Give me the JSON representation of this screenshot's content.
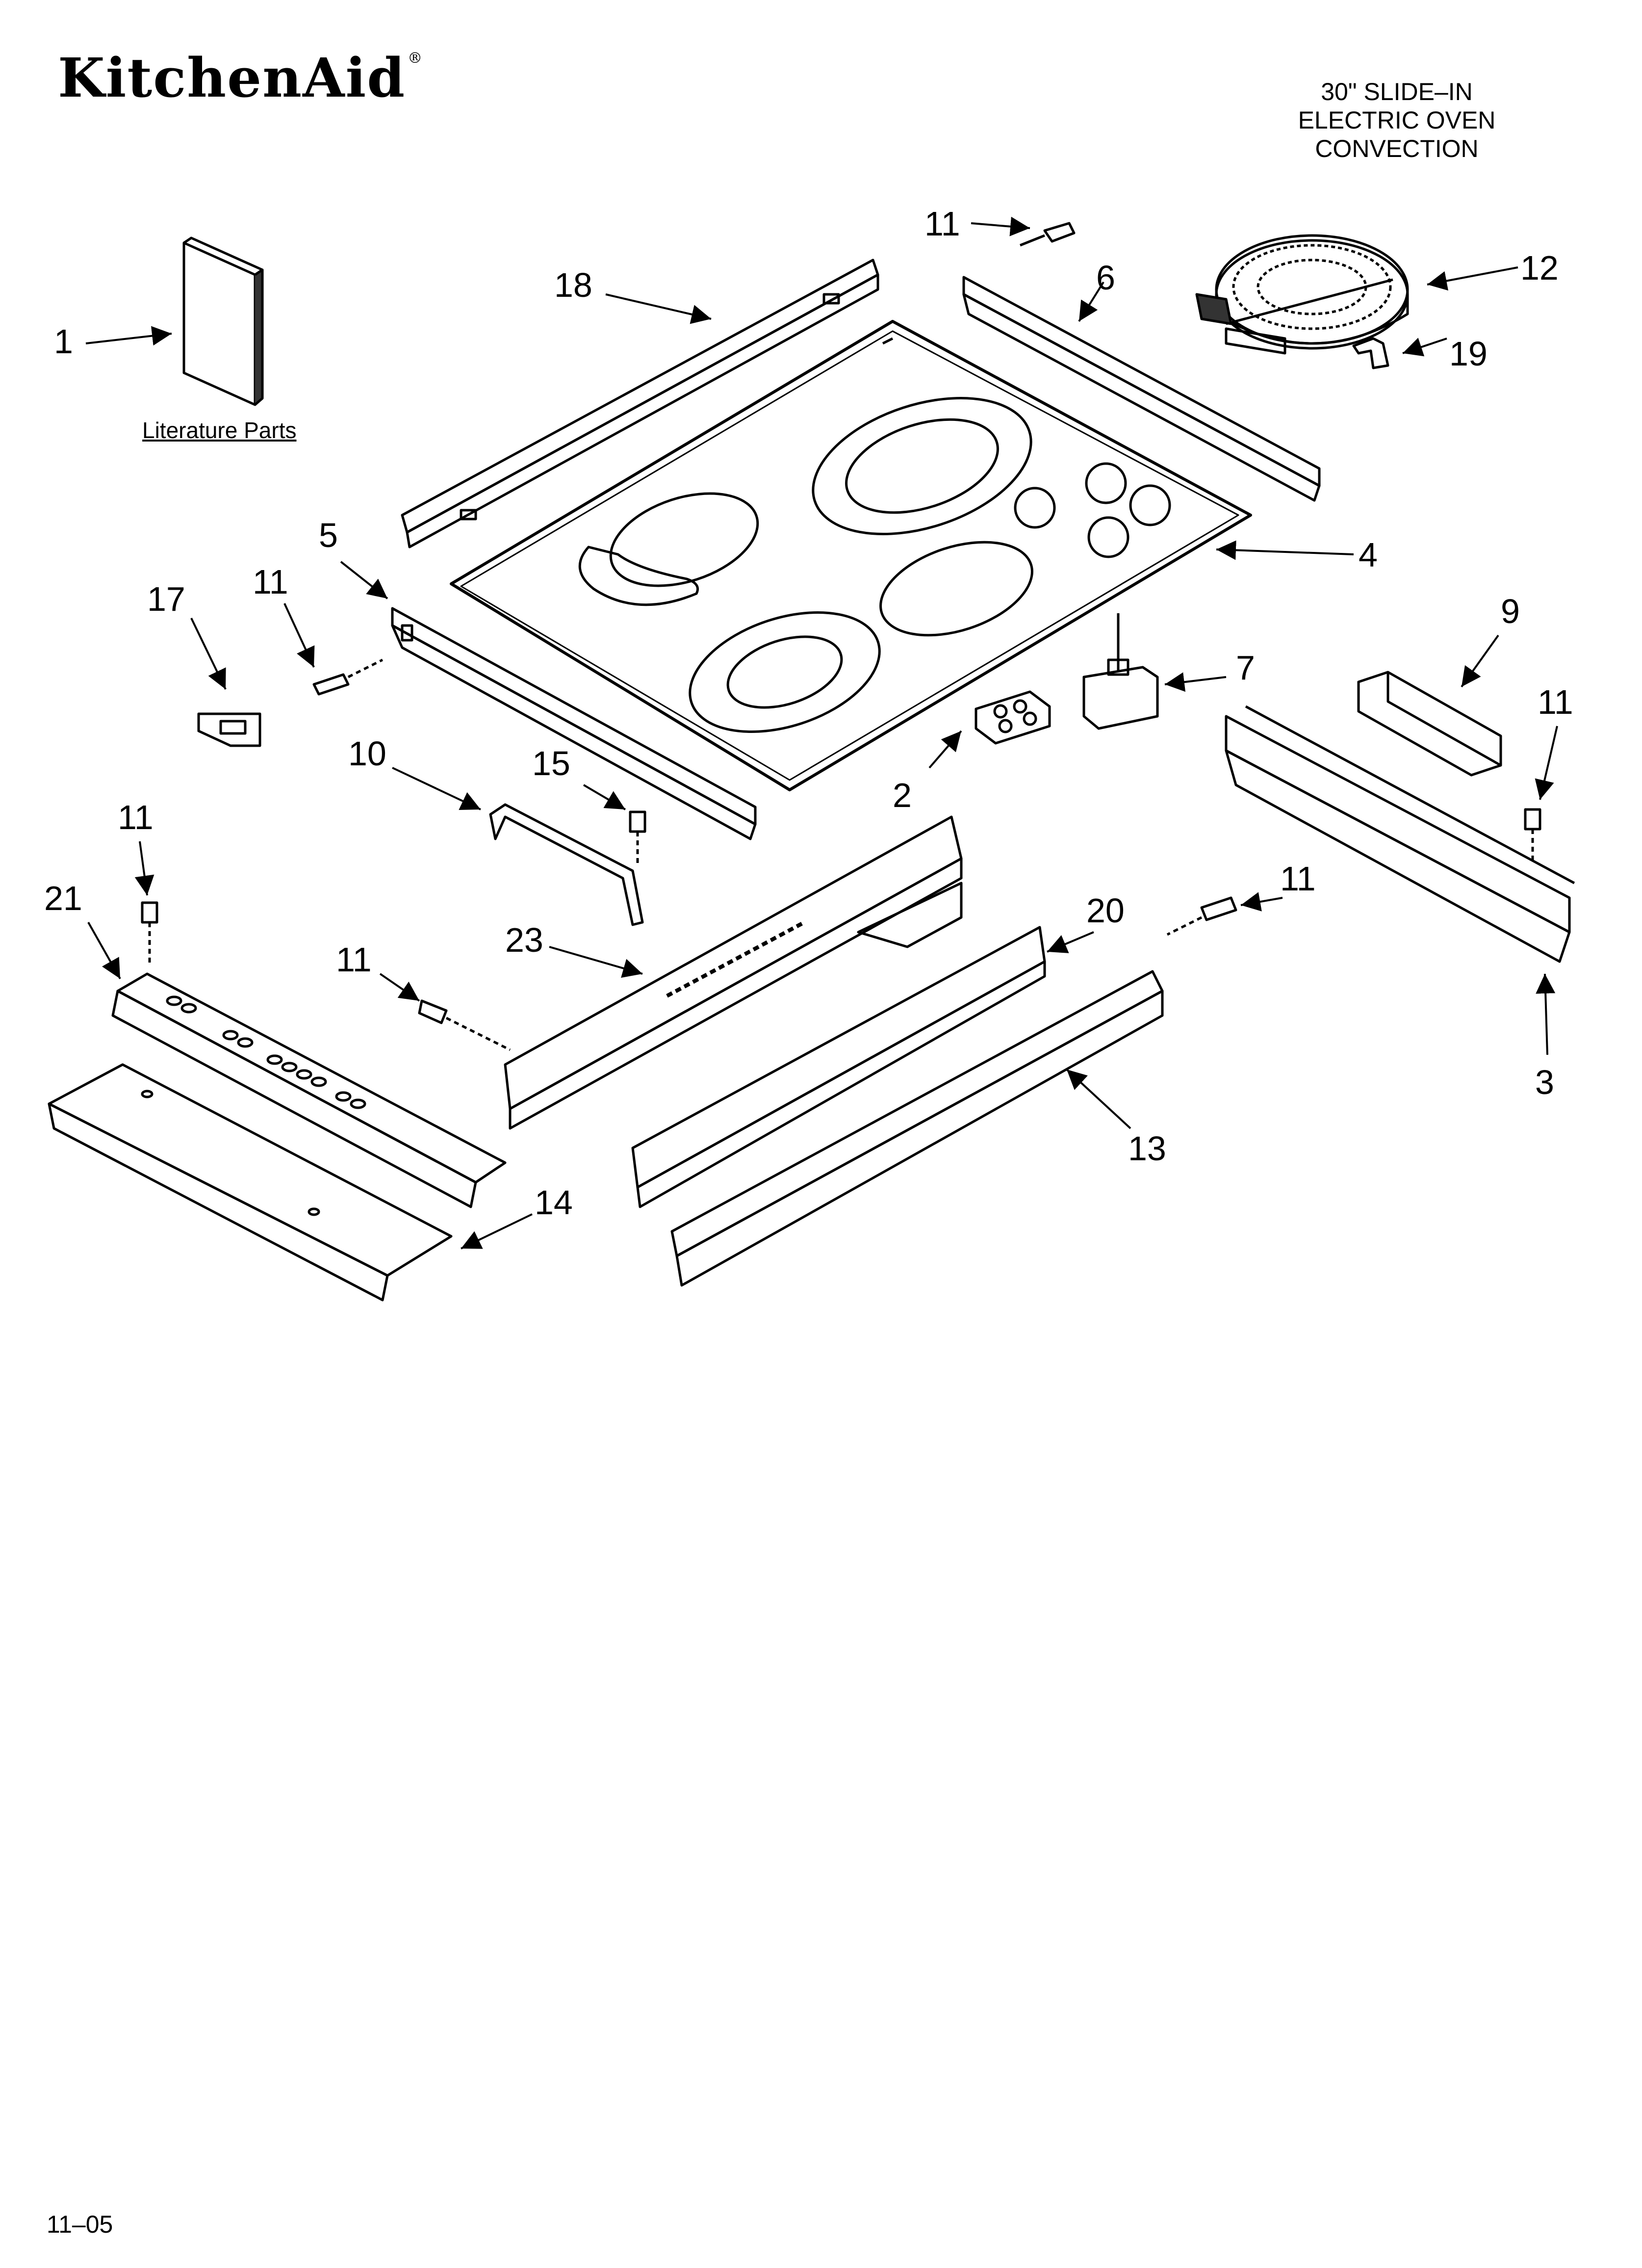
{
  "brand": {
    "logo_text": "KitchenAid",
    "logo_mark": "®"
  },
  "model": {
    "line1": "30\" SLIDE–IN",
    "line2": "ELECTRIC OVEN",
    "line3": "CONVECTION"
  },
  "literature_label": "Literature Parts",
  "footer_date": "11–05",
  "callouts": {
    "c1": "1",
    "c2": "2",
    "c3": "3",
    "c4": "4",
    "c5": "5",
    "c6": "6",
    "c7": "7",
    "c9": "9",
    "c10": "10",
    "c11": "11",
    "c12": "12",
    "c13": "13",
    "c14": "14",
    "c15": "15",
    "c17": "17",
    "c18": "18",
    "c19": "19",
    "c20": "20",
    "c21": "21",
    "c23": "23"
  }
}
